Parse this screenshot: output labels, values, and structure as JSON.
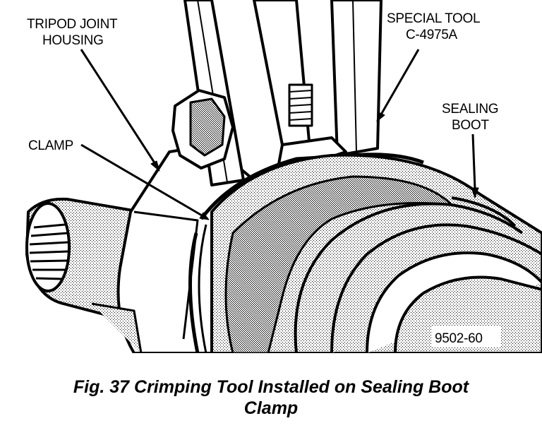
{
  "labels": {
    "tripod_line1": "TRIPOD JOINT",
    "tripod_line2": "HOUSING",
    "special_line1": "SPECIAL TOOL",
    "special_line2": "C-4975A",
    "sealing_line1": "SEALING",
    "sealing_line2": "BOOT",
    "clamp": "CLAMP",
    "figure_number": "9502-60"
  },
  "caption": {
    "line1": "Fig. 37 Crimping Tool Installed on Sealing Boot",
    "line2": "Clamp"
  }
}
